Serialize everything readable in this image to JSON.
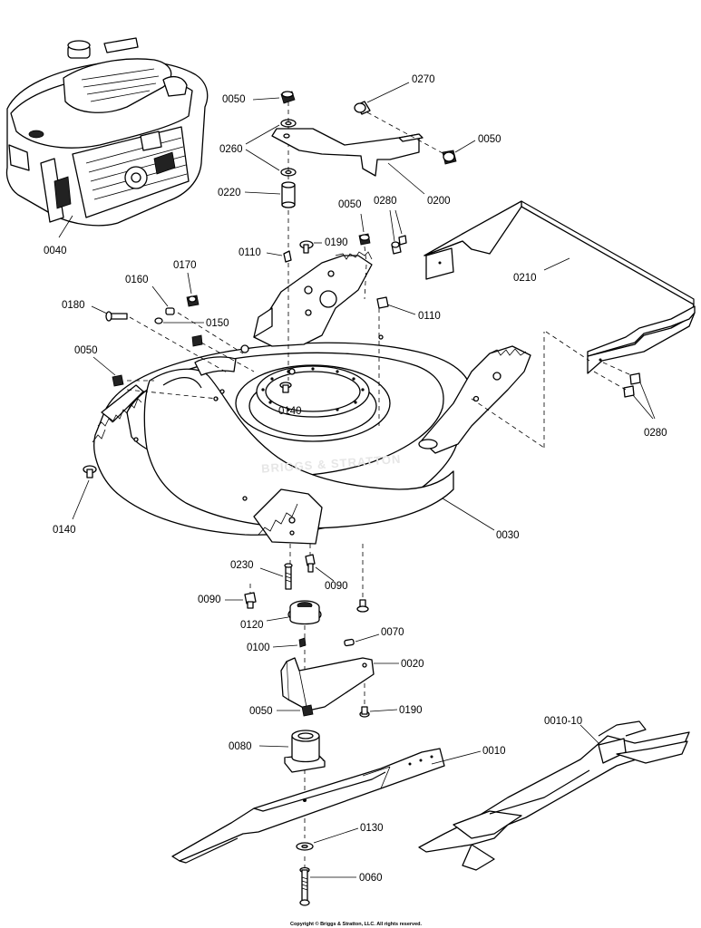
{
  "callouts": {
    "c0010": "0010",
    "c0010_10": "0010-10",
    "c0020": "0020",
    "c0030": "0030",
    "c0040": "0040",
    "c0050_a": "0050",
    "c0050_b": "0050",
    "c0050_c": "0050",
    "c0050_d": "0050",
    "c0050_e": "0050",
    "c0060": "0060",
    "c0070": "0070",
    "c0080": "0080",
    "c0090_a": "0090",
    "c0090_b": "0090",
    "c0100": "0100",
    "c0110_a": "0110",
    "c0110_b": "0110",
    "c0120": "0120",
    "c0130": "0130",
    "c0140_a": "0140",
    "c0140_b": "0140",
    "c0150": "0150",
    "c0160": "0160",
    "c0170": "0170",
    "c0180": "0180",
    "c0190_a": "0190",
    "c0190_b": "0190",
    "c0200": "0200",
    "c0210": "0210",
    "c0220": "0220",
    "c0230": "0230",
    "c0260": "0260",
    "c0270": "0270",
    "c0280_a": "0280",
    "c0280_b": "0280"
  },
  "watermark": "BRIGGS & STRATTON",
  "copyright": "Copyright © Briggs & Stratton, LLC. All rights reserved."
}
